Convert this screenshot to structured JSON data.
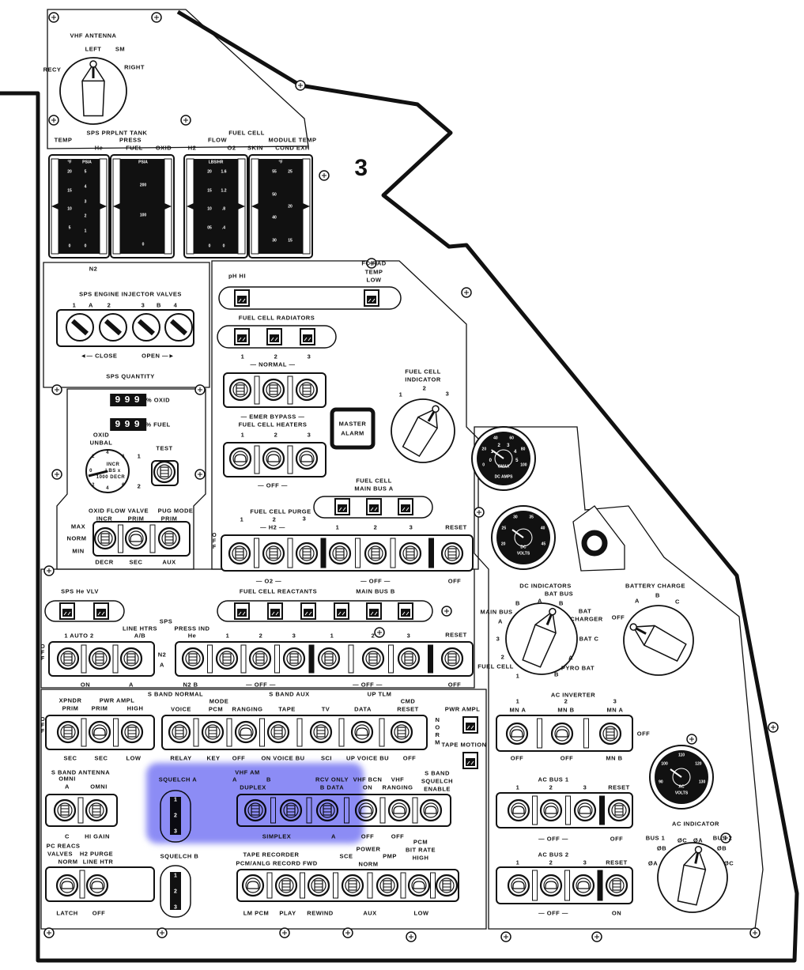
{
  "panel_number": "3",
  "highlight_color": "#8c8cf5",
  "vhf_antenna": {
    "title": "VHF ANTENNA",
    "left": "LEFT",
    "sm": "SM",
    "right": "RIGHT",
    "recy": "RECY"
  },
  "gauges": {
    "sps_prplnt_tank": "SPS PRPLNT TANK",
    "temp": "TEMP",
    "press": "PRESS",
    "he": "He",
    "fuel": "FUEL",
    "oxid": "OXID",
    "fuel_cell": "FUEL CELL",
    "flow": "FLOW",
    "module_temp": "MODULE TEMP",
    "h2": "H2",
    "o2": "O2",
    "skin": "SKIN",
    "cond_exh": "COND EXH",
    "n2": "N2",
    "g1_units": [
      "°F",
      "PSIA"
    ],
    "g1_left": [
      "20",
      "15",
      "10",
      "5",
      "0"
    ],
    "g1_right": [
      "5",
      "4",
      "3",
      "2",
      "1",
      "0"
    ],
    "g2_units": "PSIA",
    "g2_scale": [
      "200",
      "100",
      "0"
    ],
    "g3_units": "LBS/HR",
    "g3_left": [
      "20",
      "15",
      "10",
      "05",
      "0"
    ],
    "g3_right": [
      "1.6",
      "1.2",
      ".8",
      ".4",
      "0"
    ],
    "g4_units": "°F",
    "g4_left": [
      "55",
      "50",
      "40",
      "30"
    ],
    "g4_right": [
      "25",
      "20",
      "15"
    ]
  },
  "injector_valves": {
    "title": "SPS ENGINE INJECTOR VALVES",
    "positions": [
      "1",
      "A",
      "2",
      "3",
      "B",
      "4"
    ],
    "close": "◄— CLOSE",
    "open": "OPEN —►"
  },
  "sps_quantity": {
    "title": "SPS QUANTITY",
    "oxid_value": "999",
    "oxid_label": "% OXID",
    "fuel_value": "999",
    "fuel_label": "% FUEL",
    "oxid_unbal": [
      "OXID",
      "UNBAL"
    ],
    "dial_text": [
      "INCR",
      "LBS x",
      "1000 DECR"
    ],
    "dial_ticks": [
      "0",
      "2",
      "4",
      "6",
      "2",
      "4",
      "6"
    ],
    "test": "TEST",
    "test_1": "1",
    "test_2": "2",
    "oxid_flow_valve": "OXID FLOW VALVE",
    "pug_mode": "PUG MODE",
    "top": [
      "INCR",
      "PRIM",
      "PRIM"
    ],
    "bottom": [
      "DECR",
      "SEC",
      "AUX"
    ],
    "max": "MAX",
    "norm": "NORM",
    "min": "MIN"
  },
  "fuel_cell": {
    "ph_hi": "pH HI",
    "fc_rad_temp_low": [
      "FC RAD",
      "TEMP",
      "LOW"
    ],
    "radiators": "FUEL CELL RADIATORS",
    "rad_nums": [
      "1",
      "2",
      "3"
    ],
    "normal": "— NORMAL —",
    "emer_bypass": "— EMER BYPASS —",
    "heaters": "FUEL CELL HEATERS",
    "heater_nums": [
      "1",
      "2",
      "3"
    ],
    "off": "— OFF —",
    "master_alarm": [
      "MASTER",
      "ALARM"
    ],
    "indicator": [
      "FUEL CELL",
      "INDICATOR"
    ],
    "indicator_pos": [
      "1",
      "2",
      "3"
    ],
    "main_bus_a": [
      "FUEL CELL",
      "MAIN BUS A"
    ],
    "purge": "FUEL CELL PURGE",
    "purge_nums": [
      "1",
      "2",
      "3"
    ],
    "h2": "— H2 —",
    "bus_nums": [
      "1",
      "2",
      "3"
    ],
    "reset": "RESET",
    "off_vertical": "OFF",
    "o2": "— O2 —",
    "reactants": "FUEL CELL REACTANTS",
    "bus_off": "— OFF —",
    "main_bus_b": "MAIN BUS B",
    "reset_off": "OFF"
  },
  "meters": {
    "dc_amps": {
      "label": "DC AMPS",
      "outer": [
        "0",
        "20",
        "40",
        "60",
        "80",
        "100"
      ],
      "inner": [
        "0",
        "1",
        "2",
        "3",
        "4",
        "5"
      ],
      "center": "CMAX"
    },
    "dc_volts": {
      "label": [
        "DC",
        "VOLTS"
      ],
      "scale": [
        "20",
        "25",
        "30",
        "35",
        "40",
        "45"
      ]
    },
    "ac_volts": {
      "label": [
        "AC",
        "VOLTS"
      ],
      "scale": [
        "90",
        "100",
        "110",
        "120",
        "130"
      ]
    }
  },
  "sps": {
    "he_vlv": "SPS He VLV",
    "sps": "SPS",
    "line_htrs": [
      "LINE HTRS",
      "A/B"
    ],
    "press_ind": [
      "PRESS IND",
      "He"
    ],
    "auto": "1   AUTO   2",
    "on": "ON",
    "a": "A",
    "off_vertical": "OFF",
    "n2a": [
      "N2",
      "A"
    ],
    "n2b": "N2 B",
    "nums": [
      "1",
      "2",
      "3",
      "1",
      "2",
      "3"
    ],
    "reset": "RESET",
    "off1": "— OFF —",
    "off2": "— OFF —",
    "off3": "OFF"
  },
  "s_band": {
    "normal": "S BAND NORMAL",
    "xpndr": [
      "XPNDR",
      "PRIM"
    ],
    "pwr_ampl": "PWR AMPL",
    "prim": "PRIM",
    "high": "HIGH",
    "mode": "MODE",
    "mode_opts": [
      "VOICE",
      "PCM",
      "RANGING"
    ],
    "aux": "S BAND AUX",
    "aux_opts": [
      "TAPE",
      "TV"
    ],
    "up_tlm": "UP TLM",
    "data": "DATA",
    "cmd_reset": [
      "CMD",
      "RESET"
    ],
    "off_vertical": "OFF",
    "bottom": [
      "SEC",
      "SEC",
      "LOW",
      "RELAY",
      "KEY",
      "OFF",
      "ON VOICE BU",
      "SCI",
      "UP VOICE BU",
      "OFF"
    ],
    "norm_vertical": "NORM",
    "pwr_ampl_flag": "PWR AMPL",
    "tape_motion": "TAPE MOTION",
    "antenna": "S BAND ANTENNA",
    "omni_top": "OMNI",
    "antenna_top": [
      "A",
      "OMNI"
    ],
    "antenna_bottom": [
      "C",
      "HI GAIN"
    ]
  },
  "vhf": {
    "vhf_am": "VHF AM",
    "squelch_a": "SQUELCH   A",
    "a": "A",
    "b": "B",
    "duplex": "DUPLEX",
    "rcv_only": [
      "RCV ONLY",
      "B DATA"
    ],
    "vhf_bcn": [
      "VHF BCN",
      "ON"
    ],
    "vhf_ranging": [
      "VHF",
      "RANGING"
    ],
    "s_band_squelch": [
      "S BAND",
      "SQUELCH",
      "ENABLE"
    ],
    "simplex": "SIMPLEX",
    "bottom_a": "A",
    "off1": "OFF",
    "off2": "OFF",
    "squelch_b": "SQUELCH B",
    "wheel_digits": [
      "1",
      "2",
      "3"
    ]
  },
  "tape": {
    "pc_reacs": [
      "PC REACS",
      "VALVES",
      "NORM"
    ],
    "h2_purge": [
      "H2  PURGE",
      "LINE  HTR"
    ],
    "latch": "LATCH",
    "off": "OFF",
    "recorder": "TAPE  RECORDER",
    "recorder_opts": "PCM/ANLG  RECORD   FWD",
    "power": "POWER",
    "sce": "SCE",
    "pmp": "PMP",
    "norm": "NORM",
    "pcm_bit_rate": [
      "PCM",
      "BIT RATE",
      "HIGH"
    ],
    "bottom": [
      "LM PCM",
      "PLAY",
      "REWIND",
      "AUX",
      "LOW"
    ]
  },
  "dc_indicators": {
    "title": "DC INDICATORS",
    "bat_bus": "BAT BUS",
    "bat_bus_a": "A",
    "bat_bus_b": "B",
    "main_bus": "MAIN BUS",
    "main_b": "B",
    "main_a": "A",
    "bat_charger": [
      "BAT",
      "CHARGER"
    ],
    "bat_c": "BAT C",
    "fc3": "3",
    "fc2": "2",
    "fuel_cell": "FUEL CELL",
    "fc1": "1",
    "pyro_a": "A",
    "pyro_bat": "PYRO BAT",
    "pyro_b": "B"
  },
  "battery_charge": {
    "title": "BATTERY CHARGE",
    "a": "A",
    "b": "B",
    "c": "C",
    "off": "OFF"
  },
  "ac": {
    "inverter": "AC INVERTER",
    "inv_nums": [
      "1",
      "2",
      "3"
    ],
    "inv_top": [
      "MN A",
      "MN B",
      "MN A"
    ],
    "inv_off": "OFF",
    "inv_bottom": [
      "OFF",
      "OFF",
      "MN B"
    ],
    "bus1": "AC BUS 1",
    "bus_nums": [
      "1",
      "2",
      "3"
    ],
    "reset": "RESET",
    "bus_off": "— OFF —",
    "reset_off": "OFF",
    "bus2": "AC BUS 2",
    "bus2_off": "— OFF —",
    "reset_on": "ON",
    "indicator": "AC INDICATOR",
    "ind_labels": [
      "BUS 1",
      "ØB",
      "ØA",
      "ØC",
      "ØA",
      "BUS 2",
      "ØB",
      "ØC"
    ]
  }
}
